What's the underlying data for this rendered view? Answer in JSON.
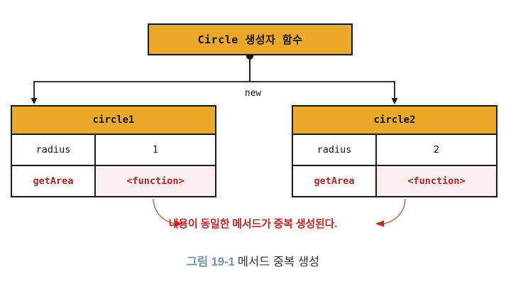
{
  "figure": {
    "top_box": {
      "label": "Circle 생성자 함수"
    },
    "edge_label": "new",
    "objects": [
      {
        "name": "circle1",
        "rows": [
          {
            "key": "radius",
            "value": "1",
            "style": "plain"
          },
          {
            "key": "getArea",
            "value": "<function>",
            "style": "highlight"
          }
        ]
      },
      {
        "name": "circle2",
        "rows": [
          {
            "key": "radius",
            "value": "2",
            "style": "plain"
          },
          {
            "key": "getArea",
            "value": "<function>",
            "style": "highlight"
          }
        ]
      }
    ],
    "annotation": "내용이 동일한 메서드가 중복 생성된다.",
    "caption": {
      "number": "그림 19-1",
      "title": "메서드 중복 생성"
    }
  },
  "colors": {
    "header_orange": "#eaa928",
    "outline_black": "#1a1a1a",
    "highlight_pink": "#fbeeee",
    "annotation_red": "#c42424",
    "caption_blue": "#6f96b0"
  }
}
